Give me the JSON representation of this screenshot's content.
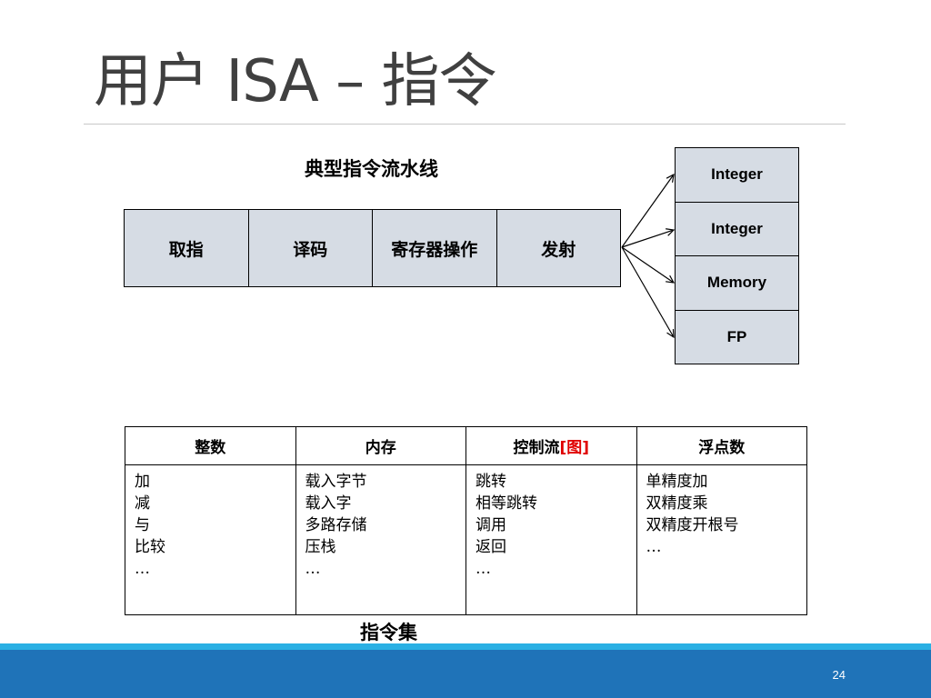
{
  "slide": {
    "title": "用户 ISA – 指令",
    "page_number": "24"
  },
  "pipeline": {
    "caption": "典型指令流水线",
    "stages": [
      "取指",
      "译码",
      "寄存器操作",
      "发射"
    ],
    "units": [
      "Integer",
      "Integer",
      "Memory",
      "FP"
    ]
  },
  "instruction_set": {
    "caption": "指令集",
    "headers": {
      "integer": "整数",
      "memory": "内存",
      "control": "控制流",
      "control_link": "[图]",
      "fp": "浮点数"
    },
    "columns": {
      "integer": [
        "加",
        "减",
        "与",
        "比较",
        "…"
      ],
      "memory": [
        "载入字节",
        "载入字",
        "多路存储",
        "压栈",
        "…"
      ],
      "control": [
        "跳转",
        "相等跳转",
        "调用",
        "返回",
        "…"
      ],
      "fp": [
        "单精度加",
        "双精度乘",
        "双精度开根号",
        "…"
      ]
    }
  },
  "colors": {
    "box_fill": "#d6dce4",
    "accent_red": "#e00000",
    "footer_blue": "#1f73b8",
    "footer_stripe": "#2ab0e4"
  }
}
